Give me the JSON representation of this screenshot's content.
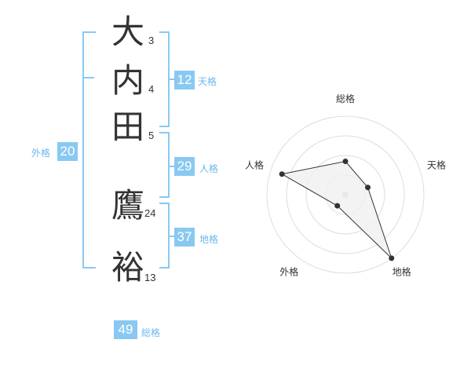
{
  "name": {
    "chars": [
      {
        "char": "大",
        "strokes": "3"
      },
      {
        "char": "内",
        "strokes": "4"
      },
      {
        "char": "田",
        "strokes": "5"
      },
      {
        "char": "鷹",
        "strokes": "24"
      },
      {
        "char": "裕",
        "strokes": "13"
      }
    ]
  },
  "fortunes": {
    "tenkaku": {
      "value": "12",
      "label": "天格"
    },
    "jinkaku": {
      "value": "29",
      "label": "人格"
    },
    "chikaku": {
      "value": "37",
      "label": "地格"
    },
    "gaikaku": {
      "value": "20",
      "label": "外格"
    },
    "soukaku": {
      "value": "49",
      "label": "総格"
    }
  },
  "chart_data": {
    "type": "radar",
    "axes": [
      "総格",
      "天格",
      "地格",
      "外格",
      "人格"
    ],
    "rings": 4,
    "values": [
      1.7,
      1.2,
      4.0,
      0.7,
      3.4
    ],
    "max": 4,
    "colors": {
      "fill": "#f0f0f0",
      "line": "#333333",
      "grid": "#dddddd",
      "center": "#cccccc"
    }
  }
}
